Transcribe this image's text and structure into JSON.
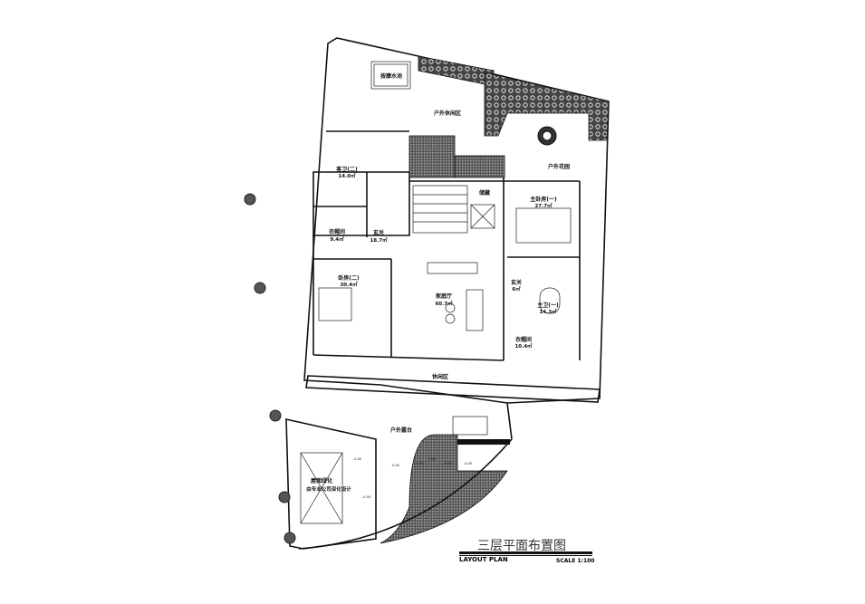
{
  "plan": {
    "rooms": [
      {
        "name": "按摩水池",
        "area": ""
      },
      {
        "name": "户外休闲区",
        "area": ""
      },
      {
        "name": "户外花园",
        "area": ""
      },
      {
        "name": "客卫(二)",
        "area": "14.0㎡"
      },
      {
        "name": "储藏",
        "area": ""
      },
      {
        "name": "主卧房(一)",
        "area": "27.7㎡"
      },
      {
        "name": "衣帽间",
        "area": "9.4㎡"
      },
      {
        "name": "玄关",
        "area": "18.7㎡"
      },
      {
        "name": "卧房(二)",
        "area": "30.4㎡"
      },
      {
        "name": "家庭厅",
        "area": "60.7㎡"
      },
      {
        "name": "玄关",
        "area": "6㎡"
      },
      {
        "name": "主卫(一)",
        "area": "14.3㎡"
      },
      {
        "name": "衣帽间",
        "area": "10.4㎡"
      },
      {
        "name": "休闲区",
        "area": ""
      },
      {
        "name": "户外露台",
        "area": ""
      },
      {
        "name": "屋面绿化",
        "area": "由专业公司深化设计"
      }
    ],
    "levels": [
      "-0.00",
      "-0.00",
      "-0.00",
      "-0.00",
      "-0.00",
      "-0.00",
      "-0.00"
    ]
  },
  "title_block": {
    "title_cn": "三层平面布置图",
    "title_en": "LAYOUT PLAN",
    "scale": "SCALE 1:100"
  }
}
